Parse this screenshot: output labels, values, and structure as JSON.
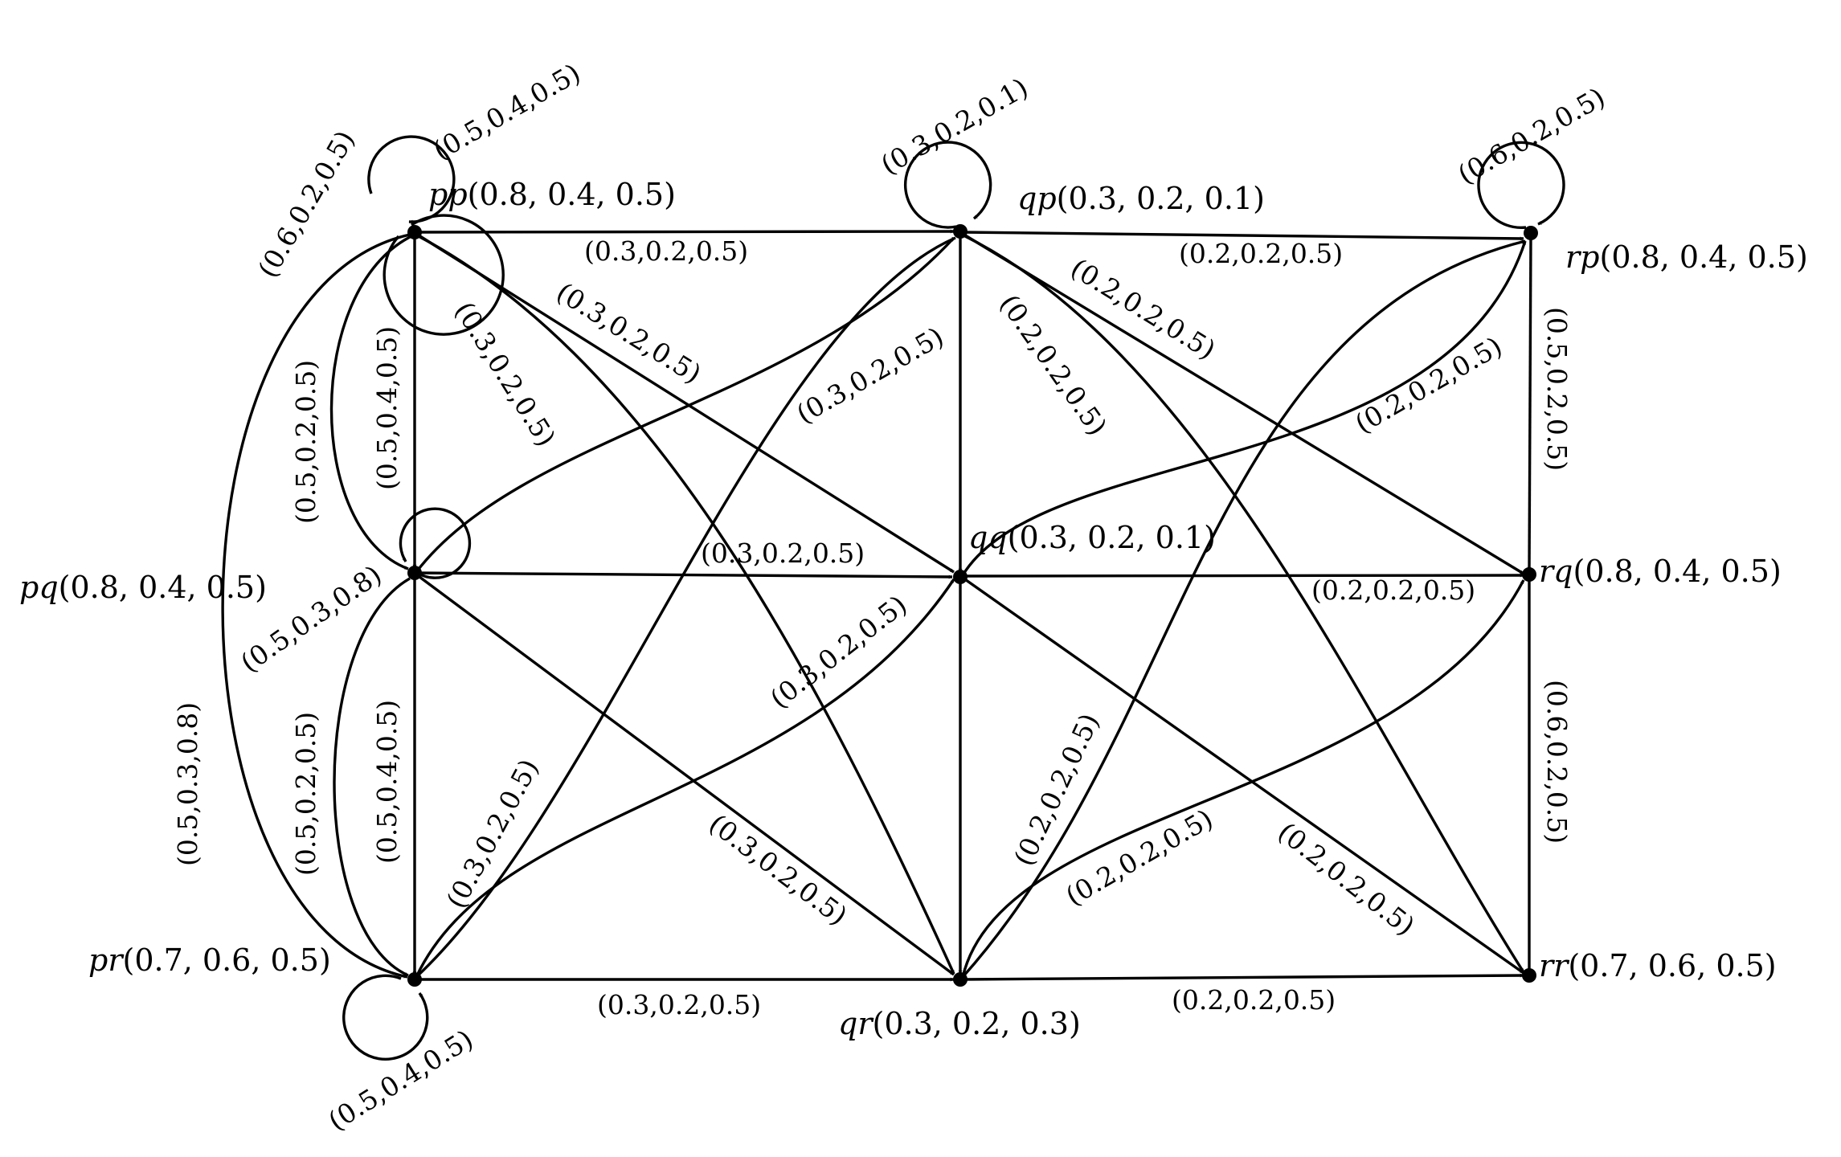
{
  "nodes": {
    "pp": {
      "name": "pp",
      "values": "(0.8, 0.4, 0.5)"
    },
    "qp": {
      "name": "qp",
      "values": "(0.3, 0.2, 0.1)"
    },
    "rp": {
      "name": "rp",
      "values": "(0.8, 0.4, 0.5)"
    },
    "pq": {
      "name": "pq",
      "values": "(0.8, 0.4, 0.5)"
    },
    "qq": {
      "name": "qq",
      "values": "(0.3, 0.2, 0.1)"
    },
    "rq": {
      "name": "rq",
      "values": "(0.8, 0.4, 0.5)"
    },
    "pr": {
      "name": "pr",
      "values": "(0.7, 0.6, 0.5)"
    },
    "qr": {
      "name": "qr",
      "values": "(0.3, 0.2, 0.3)"
    },
    "rr": {
      "name": "rr",
      "values": "(0.7, 0.6, 0.5)"
    }
  },
  "edge_labels": {
    "pp_loop_a": "(0.6,0.2,0.5)",
    "pp_loop_b": "(0.5,0.4,0.5)",
    "qp_loop": "(0.3,0.2,0.1)",
    "rp_loop": "(0.6,0.2,0.5)",
    "pq_loop": "(0.5,0.3,0.8)",
    "pr_loop": "(0.5,0.4,0.5)",
    "pp_qp": "(0.3,0.2,0.5)",
    "qp_rp": "(0.2,0.2,0.5)",
    "pq_qq": "(0.3,0.2,0.5)",
    "qq_rq": "(0.2,0.2,0.5)",
    "pr_qr": "(0.3,0.2,0.5)",
    "qr_rr": "(0.2,0.2,0.5)",
    "pp_pq_straight": "(0.5,0.4,0.5)",
    "pp_pq_curve": "(0.5,0.2,0.5)",
    "pq_pr_straight": "(0.5,0.4,0.5)",
    "pq_pr_curve": "(0.5,0.2,0.5)",
    "pp_pr_curve": "(0.5,0.3,0.8)",
    "rp_rq": "(0.5,0.2,0.5)",
    "rq_rr": "(0.6,0.2,0.5)",
    "pp_qq": "(0.3,0.2,0.5)",
    "pp_qr": "(0.3,0.2,0.5)",
    "pq_qp": "(0.3,0.2,0.5)",
    "pq_qr": "(0.3,0.2,0.5)",
    "pr_qp": "(0.3,0.2,0.5)",
    "pr_qq": "(0.3,0.2,0.5)",
    "qp_rq": "(0.2,0.2,0.5)",
    "qp_rr": "(0.2,0.2,0.5)",
    "qq_rp": "(0.2,0.2,0.5)",
    "qq_rr": "(0.2,0.2,0.5)",
    "qr_rp": "(0.2,0.2,0.5)",
    "qr_rq": "(0.2,0.2,0.5)"
  }
}
